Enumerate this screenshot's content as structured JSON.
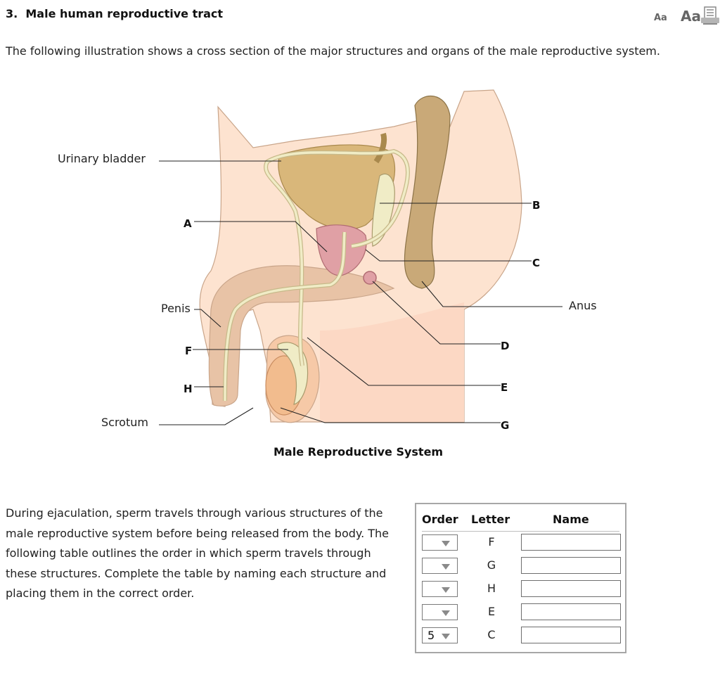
{
  "question": {
    "number": "3.",
    "title": "Male human reproductive tract",
    "intro": "The following illustration shows a cross section of the major structures and organs of the male reproductive system."
  },
  "toolbar": {
    "font_small_label": "Aa",
    "font_large_label": "Aa",
    "print_icon": "printer-icon"
  },
  "figure": {
    "caption": "Male Reproductive System",
    "labels": {
      "urinary_bladder": "Urinary bladder",
      "penis": "Penis",
      "scrotum": "Scrotum",
      "anus": "Anus",
      "a": "A",
      "b": "B",
      "c": "C",
      "d": "D",
      "e": "E",
      "f": "F",
      "g": "G",
      "h": "H"
    },
    "colors": {
      "skin": "#fde3d0",
      "bladder": "#d9b77a",
      "prostate": "#e0a0a5",
      "vesicle": "#f0ecc6",
      "rectum": "#c9a978",
      "testis": "#f2bc8e",
      "shaft": "#e8c3a6"
    }
  },
  "instructions": "During ejaculation, sperm travels through various structures of the male reproductive system before being released from the body. The following table outlines the order in which sperm travels through these structures. Complete the table by naming each structure and placing them in the correct order.",
  "table": {
    "headers": {
      "order": "Order",
      "letter": "Letter",
      "name": "Name"
    },
    "rows": [
      {
        "order": "",
        "letter": "F",
        "name": ""
      },
      {
        "order": "",
        "letter": "G",
        "name": ""
      },
      {
        "order": "",
        "letter": "H",
        "name": ""
      },
      {
        "order": "",
        "letter": "E",
        "name": ""
      },
      {
        "order": "5",
        "letter": "C",
        "name": ""
      }
    ]
  }
}
